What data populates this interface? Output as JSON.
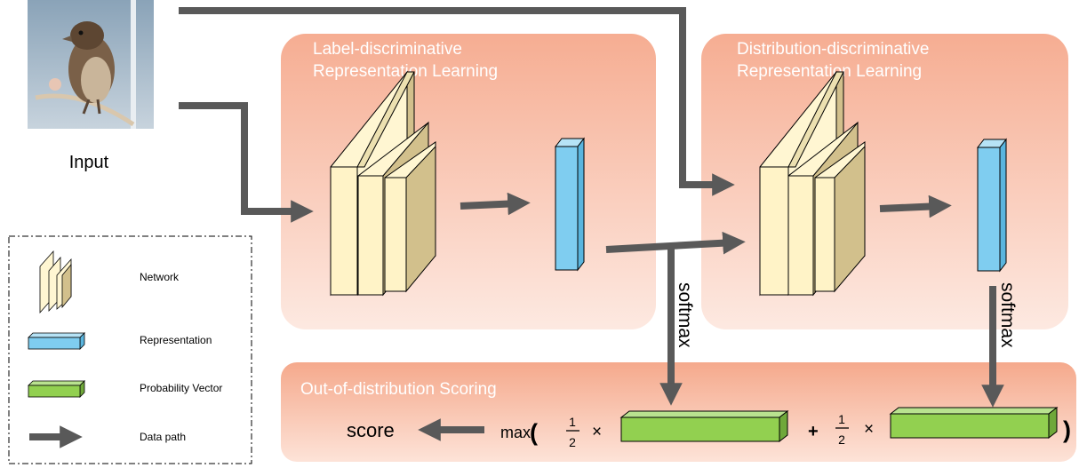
{
  "input": {
    "label": "Input",
    "image": "finch-bird-photo"
  },
  "panels": {
    "label_disc": {
      "title_line1": "Label-discriminative",
      "title_line2": "Representation Learning"
    },
    "dist_disc": {
      "title_line1": "Distribution-discriminative",
      "title_line2": "Representation Learning"
    },
    "ood": {
      "title": "Out-of-distribution Scoring"
    }
  },
  "softmax_labels": [
    "softmax",
    "softmax"
  ],
  "formula": {
    "score": "score",
    "max": "max",
    "open_paren": "(",
    "close_paren": ")",
    "numerator": "1",
    "denominator": "2",
    "times": "×",
    "plus": "+"
  },
  "legend": {
    "network": "Network",
    "representation": "Representation",
    "probability_vector": "Probability Vector",
    "data_path": "Data path"
  },
  "colors": {
    "panel_top": "#f7b096",
    "panel_bottom": "#fde8df",
    "network_front": "#fff2c4",
    "network_side": "#d2c08c",
    "representation": "#7fcdf0",
    "probability": "#92d050",
    "arrow": "#595959"
  }
}
